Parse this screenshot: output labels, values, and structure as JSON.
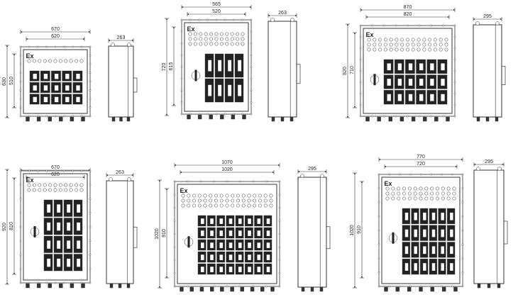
{
  "layout": "technical-drawing",
  "line_color": "#333333",
  "background": "#ffffff",
  "text": {
    "ex_mark": "Ex"
  },
  "cabinets": [
    {
      "dims": {
        "outer_width": "670",
        "inner_width": "620",
        "outer_height": "630",
        "inner_height": "510",
        "depth": "263"
      },
      "components": {
        "indicator_rows": 1,
        "switch_grid": "5x3",
        "rotary_switch": false
      }
    },
    {
      "dims": {
        "outer_width": "565",
        "inner_width": "520",
        "outer_height": "720",
        "inner_height": "615",
        "depth": "263"
      },
      "components": {
        "indicator_rows": 3,
        "switch_grid": "4x2",
        "rotary_switch": true
      }
    },
    {
      "dims": {
        "outer_width": "870",
        "inner_width": "820",
        "outer_height": "820",
        "inner_height": "710",
        "depth": "295"
      },
      "components": {
        "indicator_rows": 3,
        "switch_grid": "6x3",
        "rotary_switch": true
      }
    },
    {
      "dims": {
        "outer_width": "670",
        "inner_width": "620",
        "outer_height": "920",
        "inner_height": "810",
        "depth": "263"
      },
      "components": {
        "indicator_rows": 2,
        "switch_grid": "4x4",
        "rotary_switch": true
      }
    },
    {
      "dims": {
        "outer_width": "1070",
        "inner_width": "1020",
        "outer_height": "1020",
        "inner_height": "910",
        "depth": "295"
      },
      "components": {
        "indicator_rows": 3,
        "switch_grid": "8x5",
        "rotary_switch": true
      }
    },
    {
      "dims": {
        "outer_width": "770",
        "inner_width": "720",
        "outer_height": "1020",
        "inner_height": "910",
        "depth": "295"
      },
      "components": {
        "indicator_rows": 3,
        "switch_grid": "6x4",
        "rotary_switch": true
      }
    }
  ]
}
